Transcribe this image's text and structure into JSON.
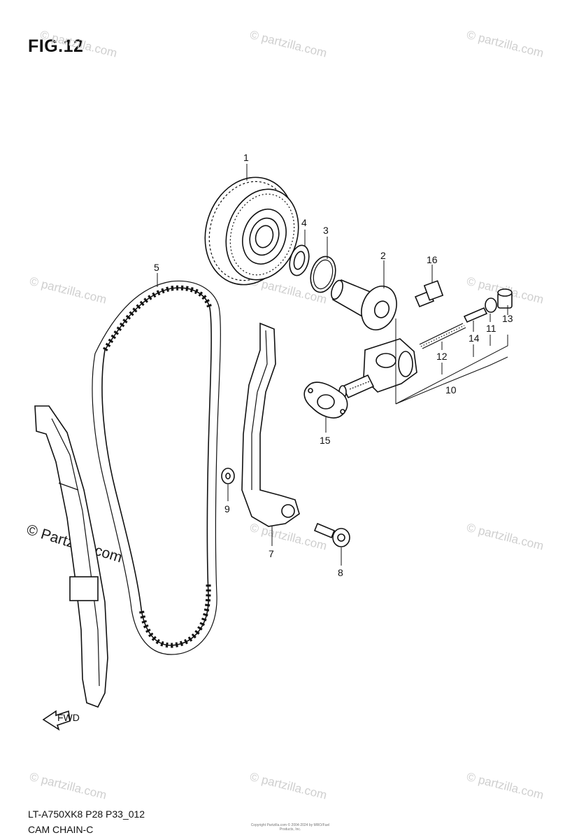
{
  "figure": {
    "title": "FIG.12",
    "model_code": "LT-A750XK8 P28 P33_012",
    "name": "CAM CHAIN-C",
    "front_arrow_label": "FWD"
  },
  "watermark": {
    "text": "© Partzilla.com",
    "text_lower": "© partzilla.com"
  },
  "copyright_note": "Copyright\nPartzilla.com © 2004-2024 by MRO/Fuel Products, Inc.",
  "callouts": [
    {
      "num": "1"
    },
    {
      "num": "2"
    },
    {
      "num": "3"
    },
    {
      "num": "4"
    },
    {
      "num": "5"
    },
    {
      "num": "7"
    },
    {
      "num": "8"
    },
    {
      "num": "9"
    },
    {
      "num": "10"
    },
    {
      "num": "11"
    },
    {
      "num": "12"
    },
    {
      "num": "13"
    },
    {
      "num": "14"
    },
    {
      "num": "15"
    },
    {
      "num": "16"
    }
  ]
}
